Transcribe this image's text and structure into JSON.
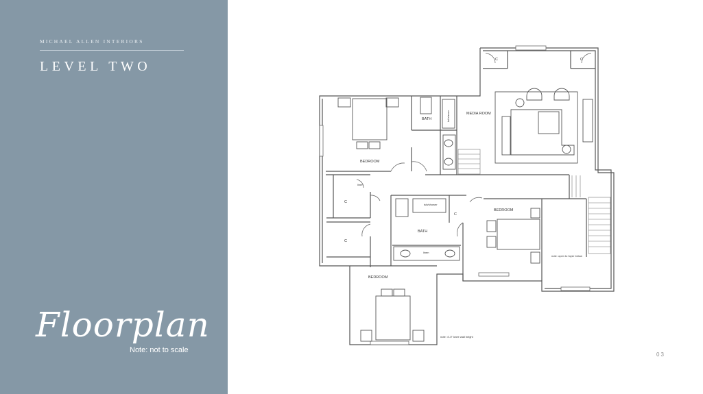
{
  "sidebar": {
    "brand": "MICHAEL ALLEN INTERIORS",
    "title": "LEVEL TWO",
    "script_title": "Floorplan",
    "note": "Note: not to scale",
    "background_color": "#8598a6"
  },
  "page_number": "03",
  "plan_labels": {
    "media_room": "MEDIA ROOM",
    "bath_top": "BATH",
    "tub_shower_top": "tub/shower",
    "bedroom_left": "BEDROOM",
    "linen_top": "linen",
    "closet": "C",
    "bedroom_right": "BEDROOM",
    "tub_shower_mid": "tub/shower",
    "bath_mid": "BATH",
    "linen_mid": "linen",
    "bedroom_bottom": "BEDROOM",
    "note_open": "note: open to foyer below",
    "note_knee": "note: 4'-0\" knee wall height"
  }
}
